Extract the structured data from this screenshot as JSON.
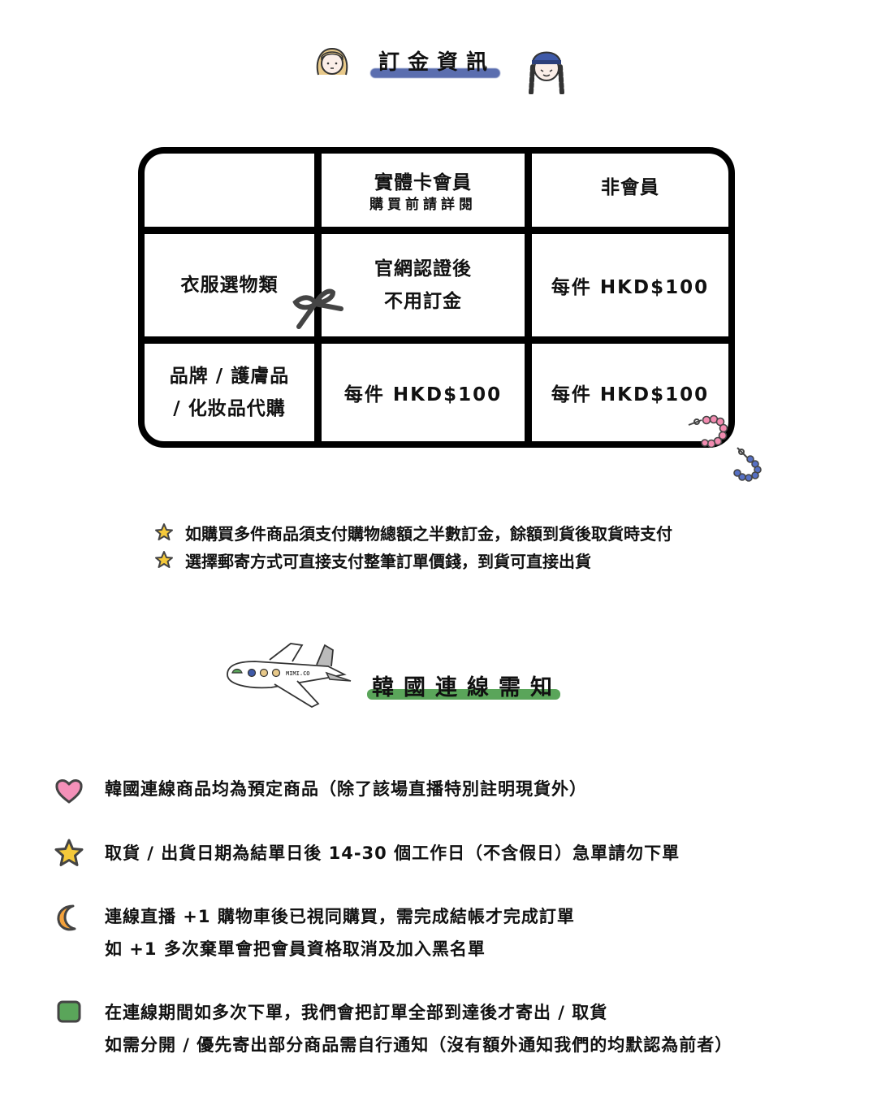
{
  "deposit_section": {
    "title": "訂金資訊",
    "title_underline_color": "#5b6eaf",
    "decorations": [
      "blonde-girl-face-icon",
      "cap-girl-face-icon"
    ]
  },
  "deposit_table": {
    "header": {
      "col1": "",
      "col2_title": "實體卡會員",
      "col2_subtitle": "購買前請詳閱",
      "col3_title": "非會員"
    },
    "rows": [
      {
        "category": "衣服選物類",
        "member_line1": "官網認證後",
        "member_line2": "不用訂金",
        "non_member": "每件 HKD$100"
      },
      {
        "category_line1": "品牌 / 護膚品",
        "category_line2": "/ 化妝品代購",
        "member": "每件 HKD$100",
        "non_member": "每件 HKD$100"
      }
    ]
  },
  "deposit_notes": [
    {
      "icon": "star-icon",
      "text": "如購買多件商品須支付購物總額之半數訂金，餘額到貨後取貨時支付"
    },
    {
      "icon": "star-icon",
      "text": "選擇郵寄方式可直接支付整筆訂單價錢，到貨可直接出貨"
    }
  ],
  "korea_section": {
    "title": "韓國連線需知",
    "title_underline_color": "#5aa55a",
    "plane_label": "MIMI.CO"
  },
  "korea_notes": [
    {
      "icon": "heart-icon",
      "color": "#f490b8",
      "lines": [
        "韓國連線商品均為預定商品（除了該場直播特別註明現貨外）"
      ]
    },
    {
      "icon": "star-icon",
      "color": "#f5c93a",
      "lines": [
        "取貨 / 出貨日期為結單日後 14-30 個工作日（不含假日）急單請勿下單"
      ]
    },
    {
      "icon": "moon-icon",
      "color": "#f4a23c",
      "lines": [
        "連線直播 +1 購物車後已視同購買，需完成結帳才完成訂單",
        "如 +1 多次棄單會把會員資格取消及加入黑名單"
      ]
    },
    {
      "icon": "square-icon",
      "color": "#5aa55a",
      "lines": [
        "在連線期間如多次下單，我們會把訂單全部到達後才寄出 / 取貨",
        "如需分開 / 優先寄出部分商品需自行通知（沒有額外通知我們的均默認為前者）"
      ]
    }
  ]
}
